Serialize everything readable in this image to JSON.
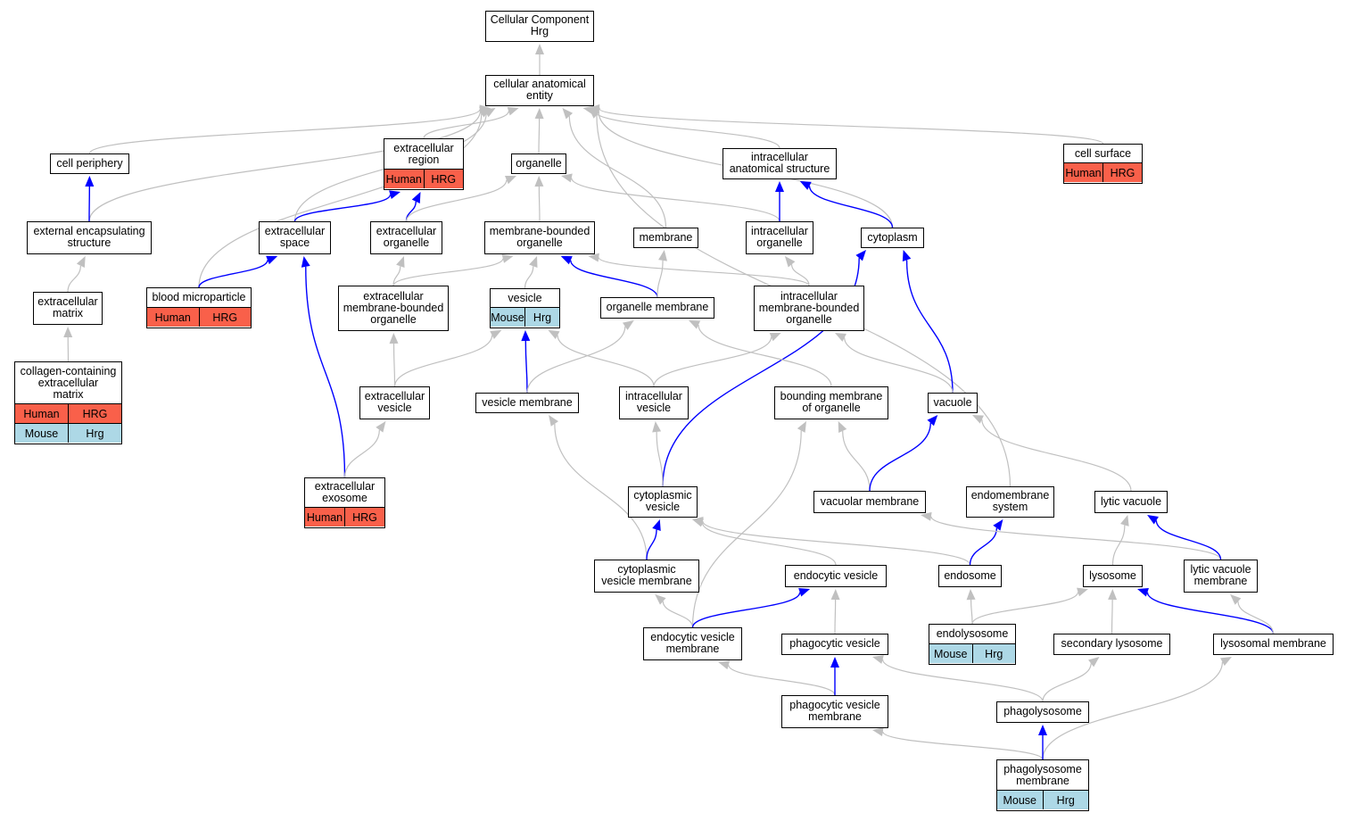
{
  "colors": {
    "human": "#f9604a",
    "mouse": "#add8e6",
    "edge_is_a": "#c0c0c0",
    "edge_part_of": "#0000ff",
    "node_border": "#000000"
  },
  "nodes": [
    {
      "id": "root",
      "label": "Cellular Component\nHrg"
    },
    {
      "id": "cae",
      "label": "cellular anatomical\nentity"
    },
    {
      "id": "cellper",
      "label": "cell periphery"
    },
    {
      "id": "extreg",
      "label": "extracellular\nregion",
      "rows": [
        [
          {
            "text": "Human",
            "org": "human"
          },
          {
            "text": "HRG",
            "org": "human"
          }
        ]
      ]
    },
    {
      "id": "organelle",
      "label": "organelle"
    },
    {
      "id": "ias",
      "label": "intracellular\nanatomical structure"
    },
    {
      "id": "cellsurf",
      "label": "cell surface",
      "rows": [
        [
          {
            "text": "Human",
            "org": "human"
          },
          {
            "text": "HRG",
            "org": "human"
          }
        ]
      ]
    },
    {
      "id": "ees",
      "label": "external encapsulating\nstructure"
    },
    {
      "id": "ecspace",
      "label": "extracellular\nspace"
    },
    {
      "id": "ecorg",
      "label": "extracellular\norganelle"
    },
    {
      "id": "mbo",
      "label": "membrane-bounded\norganelle"
    },
    {
      "id": "membrane",
      "label": "membrane"
    },
    {
      "id": "icorg",
      "label": "intracellular\norganelle"
    },
    {
      "id": "cytoplasm",
      "label": "cytoplasm"
    },
    {
      "id": "ecm",
      "label": "extracellular\nmatrix"
    },
    {
      "id": "bmp",
      "label": "blood microparticle",
      "rows": [
        [
          {
            "text": "Human",
            "org": "human"
          },
          {
            "text": "HRG",
            "org": "human"
          }
        ]
      ]
    },
    {
      "id": "ecmbo",
      "label": "extracellular\nmembrane-bounded\norganelle"
    },
    {
      "id": "vesicle",
      "label": "vesicle",
      "rows": [
        [
          {
            "text": "Mouse",
            "org": "mouse"
          },
          {
            "text": "Hrg",
            "org": "mouse"
          }
        ]
      ]
    },
    {
      "id": "orgmem",
      "label": "organelle membrane"
    },
    {
      "id": "icmbo",
      "label": "intracellular\nmembrane-bounded\norganelle"
    },
    {
      "id": "ccecm",
      "label": "collagen-containing\nextracellular\nmatrix",
      "rows": [
        [
          {
            "text": "Human",
            "org": "human"
          },
          {
            "text": "HRG",
            "org": "human"
          }
        ],
        [
          {
            "text": "Mouse",
            "org": "mouse"
          },
          {
            "text": "Hrg",
            "org": "mouse"
          }
        ]
      ]
    },
    {
      "id": "ecves",
      "label": "extracellular\nvesicle"
    },
    {
      "id": "vesmem",
      "label": "vesicle membrane"
    },
    {
      "id": "icves",
      "label": "intracellular\nvesicle"
    },
    {
      "id": "bmoo",
      "label": "bounding membrane\nof organelle"
    },
    {
      "id": "vacuole",
      "label": "vacuole"
    },
    {
      "id": "exosome",
      "label": "extracellular\nexosome",
      "rows": [
        [
          {
            "text": "Human",
            "org": "human"
          },
          {
            "text": "HRG",
            "org": "human"
          }
        ]
      ]
    },
    {
      "id": "cytves",
      "label": "cytoplasmic\nvesicle"
    },
    {
      "id": "vacmem",
      "label": "vacuolar membrane"
    },
    {
      "id": "endosys",
      "label": "endomembrane\nsystem"
    },
    {
      "id": "lytvac",
      "label": "lytic vacuole"
    },
    {
      "id": "cvm",
      "label": "cytoplasmic\nvesicle membrane"
    },
    {
      "id": "endves",
      "label": "endocytic vesicle"
    },
    {
      "id": "endosome",
      "label": "endosome"
    },
    {
      "id": "lysosome",
      "label": "lysosome"
    },
    {
      "id": "lvm",
      "label": "lytic vacuole\nmembrane"
    },
    {
      "id": "evm",
      "label": "endocytic vesicle\nmembrane"
    },
    {
      "id": "phagves",
      "label": "phagocytic vesicle"
    },
    {
      "id": "endolys",
      "label": "endolysosome",
      "rows": [
        [
          {
            "text": "Mouse",
            "org": "mouse"
          },
          {
            "text": "Hrg",
            "org": "mouse"
          }
        ]
      ]
    },
    {
      "id": "seclys",
      "label": "secondary lysosome"
    },
    {
      "id": "lysmem",
      "label": "lysosomal membrane"
    },
    {
      "id": "pvm",
      "label": "phagocytic vesicle\nmembrane"
    },
    {
      "id": "phagolys",
      "label": "phagolysosome"
    },
    {
      "id": "plm",
      "label": "phagolysosome\nmembrane",
      "rows": [
        [
          {
            "text": "Mouse",
            "org": "mouse"
          },
          {
            "text": "Hrg",
            "org": "mouse"
          }
        ]
      ]
    }
  ],
  "edges": [
    {
      "from": "cae",
      "to": "root",
      "type": "is_a"
    },
    {
      "from": "cellper",
      "to": "cae",
      "type": "is_a"
    },
    {
      "from": "extreg",
      "to": "cae",
      "type": "is_a"
    },
    {
      "from": "organelle",
      "to": "cae",
      "type": "is_a"
    },
    {
      "from": "ias",
      "to": "cae",
      "type": "is_a"
    },
    {
      "from": "cellsurf",
      "to": "cae",
      "type": "is_a"
    },
    {
      "from": "ees",
      "to": "cae",
      "type": "is_a"
    },
    {
      "from": "ecspace",
      "to": "cae",
      "type": "is_a"
    },
    {
      "from": "bmp",
      "to": "cae",
      "type": "is_a"
    },
    {
      "from": "membrane",
      "to": "cae",
      "type": "is_a"
    },
    {
      "from": "cytoplasm",
      "to": "cae",
      "type": "is_a"
    },
    {
      "from": "endosys",
      "to": "cae",
      "type": "is_a"
    },
    {
      "from": "ees",
      "to": "cellper",
      "type": "part_of"
    },
    {
      "from": "ecspace",
      "to": "extreg",
      "type": "part_of"
    },
    {
      "from": "ecorg",
      "to": "extreg",
      "type": "part_of"
    },
    {
      "from": "ecorg",
      "to": "organelle",
      "type": "is_a"
    },
    {
      "from": "mbo",
      "to": "organelle",
      "type": "is_a"
    },
    {
      "from": "icorg",
      "to": "organelle",
      "type": "is_a"
    },
    {
      "from": "icorg",
      "to": "ias",
      "type": "part_of"
    },
    {
      "from": "cytoplasm",
      "to": "ias",
      "type": "part_of"
    },
    {
      "from": "ecm",
      "to": "ees",
      "type": "is_a"
    },
    {
      "from": "bmp",
      "to": "ecspace",
      "type": "part_of"
    },
    {
      "from": "exosome",
      "to": "ecspace",
      "type": "part_of"
    },
    {
      "from": "ecmbo",
      "to": "ecorg",
      "type": "is_a"
    },
    {
      "from": "ecmbo",
      "to": "mbo",
      "type": "is_a"
    },
    {
      "from": "vesicle",
      "to": "mbo",
      "type": "is_a"
    },
    {
      "from": "orgmem",
      "to": "mbo",
      "type": "part_of"
    },
    {
      "from": "icmbo",
      "to": "mbo",
      "type": "is_a"
    },
    {
      "from": "orgmem",
      "to": "membrane",
      "type": "is_a"
    },
    {
      "from": "icmbo",
      "to": "icorg",
      "type": "is_a"
    },
    {
      "from": "cytves",
      "to": "cytoplasm",
      "type": "part_of"
    },
    {
      "from": "vacuole",
      "to": "cytoplasm",
      "type": "part_of"
    },
    {
      "from": "ccecm",
      "to": "ecm",
      "type": "is_a"
    },
    {
      "from": "ecves",
      "to": "ecmbo",
      "type": "is_a"
    },
    {
      "from": "ecves",
      "to": "vesicle",
      "type": "is_a"
    },
    {
      "from": "vesmem",
      "to": "vesicle",
      "type": "part_of"
    },
    {
      "from": "icves",
      "to": "vesicle",
      "type": "is_a"
    },
    {
      "from": "vesmem",
      "to": "orgmem",
      "type": "is_a"
    },
    {
      "from": "bmoo",
      "to": "orgmem",
      "type": "is_a"
    },
    {
      "from": "icves",
      "to": "icmbo",
      "type": "is_a"
    },
    {
      "from": "vacuole",
      "to": "icmbo",
      "type": "is_a"
    },
    {
      "from": "exosome",
      "to": "ecves",
      "type": "is_a"
    },
    {
      "from": "cvm",
      "to": "vesmem",
      "type": "is_a"
    },
    {
      "from": "cytves",
      "to": "icves",
      "type": "is_a"
    },
    {
      "from": "vacmem",
      "to": "bmoo",
      "type": "is_a"
    },
    {
      "from": "evm",
      "to": "bmoo",
      "type": "is_a"
    },
    {
      "from": "vacmem",
      "to": "vacuole",
      "type": "part_of"
    },
    {
      "from": "lytvac",
      "to": "vacuole",
      "type": "is_a"
    },
    {
      "from": "cvm",
      "to": "cytves",
      "type": "part_of"
    },
    {
      "from": "endves",
      "to": "cytves",
      "type": "is_a"
    },
    {
      "from": "endosome",
      "to": "cytves",
      "type": "is_a"
    },
    {
      "from": "endosome",
      "to": "endosys",
      "type": "part_of"
    },
    {
      "from": "lvm",
      "to": "vacmem",
      "type": "is_a"
    },
    {
      "from": "lysosome",
      "to": "lytvac",
      "type": "is_a"
    },
    {
      "from": "lvm",
      "to": "lytvac",
      "type": "part_of"
    },
    {
      "from": "evm",
      "to": "cvm",
      "type": "is_a"
    },
    {
      "from": "evm",
      "to": "endves",
      "type": "part_of"
    },
    {
      "from": "phagves",
      "to": "endves",
      "type": "is_a"
    },
    {
      "from": "endolys",
      "to": "endosome",
      "type": "is_a"
    },
    {
      "from": "endolys",
      "to": "lysosome",
      "type": "is_a"
    },
    {
      "from": "seclys",
      "to": "lysosome",
      "type": "is_a"
    },
    {
      "from": "lysmem",
      "to": "lysosome",
      "type": "part_of"
    },
    {
      "from": "lysmem",
      "to": "lvm",
      "type": "is_a"
    },
    {
      "from": "pvm",
      "to": "evm",
      "type": "is_a"
    },
    {
      "from": "pvm",
      "to": "phagves",
      "type": "part_of"
    },
    {
      "from": "phagolys",
      "to": "phagves",
      "type": "is_a"
    },
    {
      "from": "phagolys",
      "to": "seclys",
      "type": "is_a"
    },
    {
      "from": "plm",
      "to": "lysmem",
      "type": "is_a"
    },
    {
      "from": "plm",
      "to": "pvm",
      "type": "is_a"
    },
    {
      "from": "plm",
      "to": "phagolys",
      "type": "part_of"
    }
  ]
}
